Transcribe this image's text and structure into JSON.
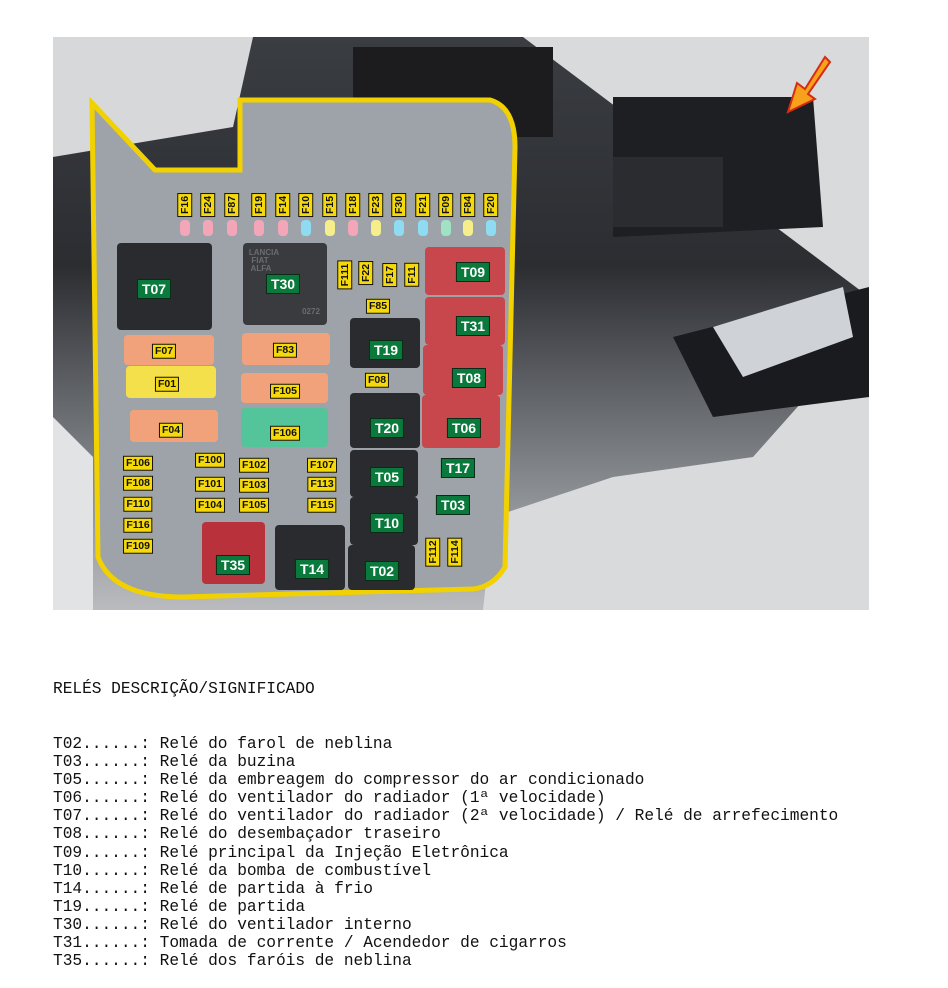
{
  "diagram": {
    "top_fuses": [
      "F16",
      "F24",
      "F87",
      "F19",
      "F14",
      "F10",
      "F15",
      "F18",
      "F23",
      "F30",
      "F21",
      "F09",
      "F84",
      "F20"
    ],
    "relays": [
      "T07",
      "T30",
      "T09",
      "T31",
      "T08",
      "T06",
      "T19",
      "T20",
      "T05",
      "T10",
      "T02",
      "T35",
      "T14",
      "T17",
      "T03"
    ],
    "fuses": [
      "F111",
      "F22",
      "F17",
      "F11",
      "F85",
      "F08",
      "F07",
      "F01",
      "F04",
      "F83",
      "F105",
      "F106",
      "F106",
      "F108",
      "F110",
      "F116",
      "F109",
      "F100",
      "F101",
      "F104",
      "F102",
      "F103",
      "F105",
      "F107",
      "F113",
      "F115",
      "F112",
      "F114"
    ],
    "relay_markings": [
      "LANCIA",
      "FIAT",
      "ALFA",
      "0272"
    ],
    "colors": {
      "outline": "#f2d100",
      "relay_label": "#0a7a3c",
      "fuse_label": "#f5d90a",
      "red_relay": "#c8474c",
      "black_relay": "#2a2b2e"
    }
  },
  "legend": {
    "header": "RELÉS DESCRIÇÃO/SIGNIFICADO",
    "items": [
      "T02......: Relé do farol de neblina",
      "T03......: Relé da buzina",
      "T05......: Relé da embreagem do compressor do ar condicionado",
      "T06......: Relé do ventilador do radiador (1ª velocidade)",
      "T07......: Relé do ventilador do radiador (2ª velocidade) / Relé de arrefecimento",
      "T08......: Relé do desembaçador traseiro",
      "T09......: Relé principal da Injeção Eletrônica",
      "T10......: Relé da bomba de combustível",
      "T14......: Relé de partida à frio",
      "T19......: Relé de partida",
      "T30......: Relé do ventilador interno",
      "T31......: Tomada de corrente / Acendedor de cigarros",
      "T35......: Relé dos faróis de neblina"
    ]
  }
}
